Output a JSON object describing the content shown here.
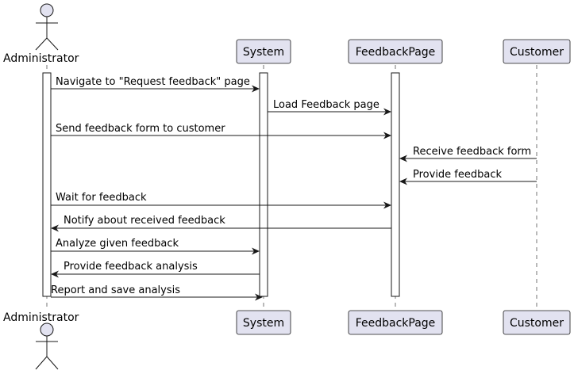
{
  "participants": {
    "administrator": "Administrator",
    "system": "System",
    "feedback_page": "FeedbackPage",
    "customer": "Customer"
  },
  "messages": [
    "Navigate to \"Request feedback\" page",
    "Load Feedback page",
    "Send feedback form to customer",
    "Receive feedback form",
    "Provide feedback",
    "Wait for feedback",
    "Notify about received feedback",
    "Analyze given feedback",
    "Provide feedback analysis",
    "Report and save analysis"
  ],
  "colors": {
    "participant_fill": "#e2e2f0",
    "line": "#181818"
  }
}
